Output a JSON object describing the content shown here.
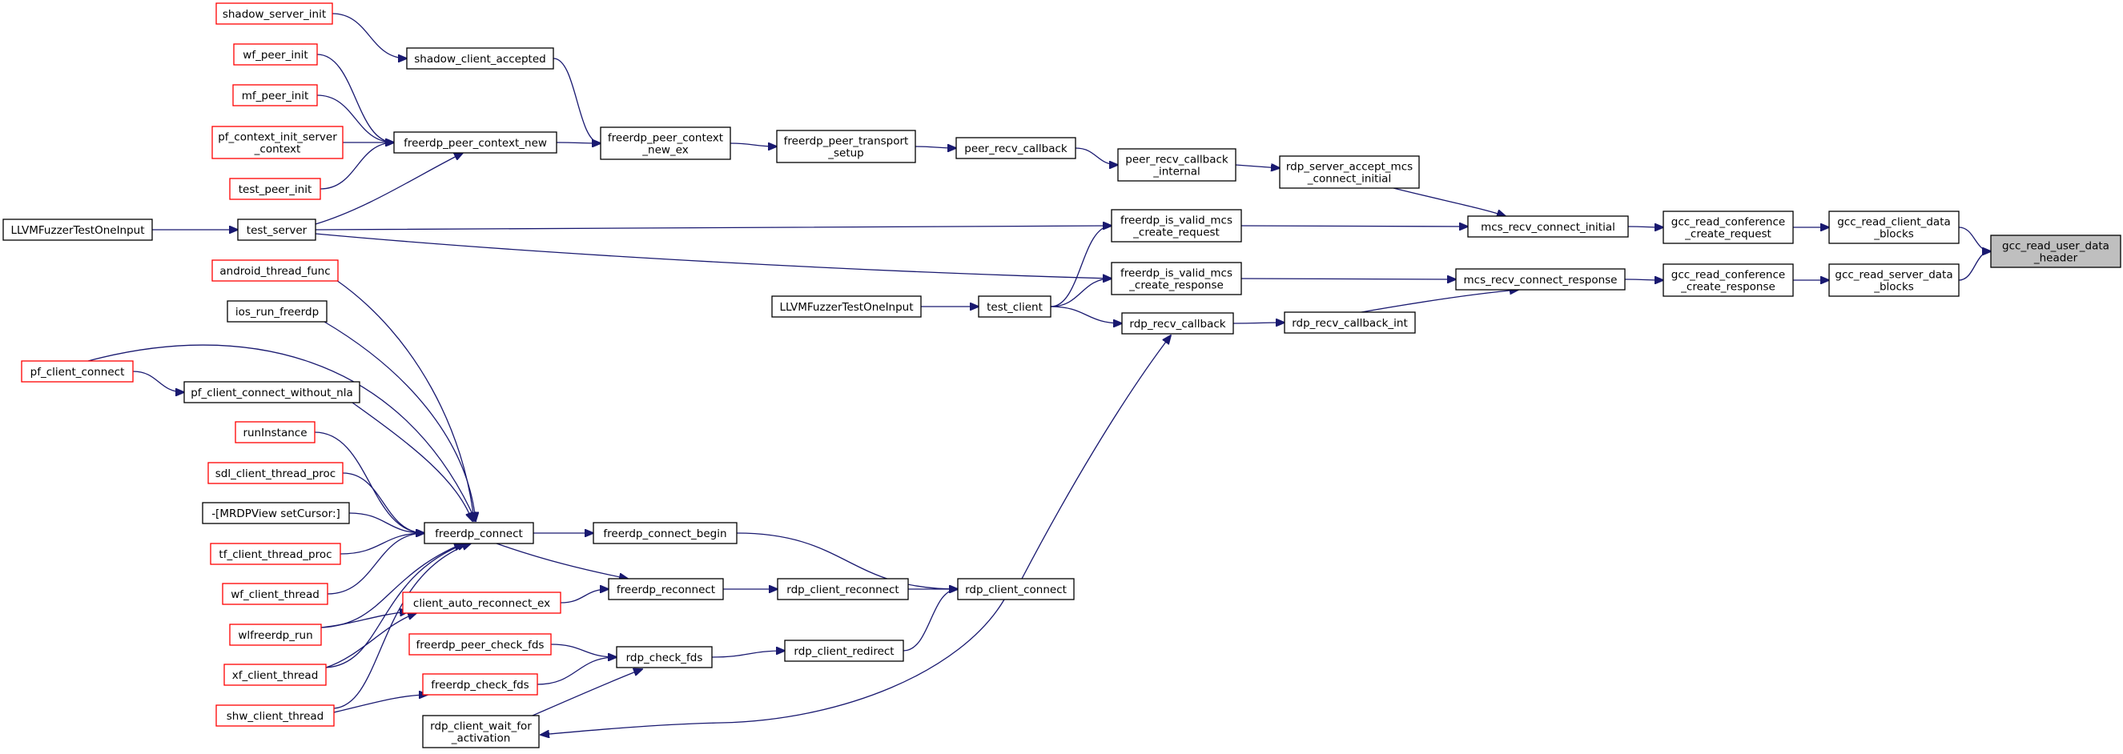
{
  "graph": {
    "title": "",
    "colors": {
      "edge": "#191970",
      "node_border": "#000000",
      "node_border_unresolved": "#ff0000",
      "root_fill": "#bfbfbf",
      "node_fill": "#ffffff"
    },
    "nodes": [
      {
        "id": "gcc_read_user_data_header",
        "lines": [
          "gcc_read_user_data",
          "_header"
        ],
        "style": "root"
      },
      {
        "id": "gcc_read_client_data_blocks",
        "lines": [
          "gcc_read_client_data",
          "_blocks"
        ],
        "style": "normal"
      },
      {
        "id": "gcc_read_server_data_blocks",
        "lines": [
          "gcc_read_server_data",
          "_blocks"
        ],
        "style": "normal"
      },
      {
        "id": "gcc_read_conference_create_request",
        "lines": [
          "gcc_read_conference",
          "_create_request"
        ],
        "style": "normal"
      },
      {
        "id": "gcc_read_conference_create_response",
        "lines": [
          "gcc_read_conference",
          "_create_response"
        ],
        "style": "normal"
      },
      {
        "id": "mcs_recv_connect_initial",
        "lines": [
          "mcs_recv_connect_initial"
        ],
        "style": "normal"
      },
      {
        "id": "mcs_recv_connect_response",
        "lines": [
          "mcs_recv_connect_response"
        ],
        "style": "normal"
      },
      {
        "id": "rdp_server_accept_mcs_connect_initial",
        "lines": [
          "rdp_server_accept_mcs",
          "_connect_initial"
        ],
        "style": "normal"
      },
      {
        "id": "freerdp_is_valid_mcs_create_request",
        "lines": [
          "freerdp_is_valid_mcs",
          "_create_request"
        ],
        "style": "normal"
      },
      {
        "id": "freerdp_is_valid_mcs_create_response",
        "lines": [
          "freerdp_is_valid_mcs",
          "_create_response"
        ],
        "style": "normal"
      },
      {
        "id": "rdp_recv_callback_int",
        "lines": [
          "rdp_recv_callback_int"
        ],
        "style": "normal"
      },
      {
        "id": "peer_recv_callback_internal",
        "lines": [
          "peer_recv_callback",
          "_internal"
        ],
        "style": "normal"
      },
      {
        "id": "peer_recv_callback",
        "lines": [
          "peer_recv_callback"
        ],
        "style": "normal"
      },
      {
        "id": "freerdp_peer_transport_setup",
        "lines": [
          "freerdp_peer_transport",
          "_setup"
        ],
        "style": "normal"
      },
      {
        "id": "freerdp_peer_context_new_ex",
        "lines": [
          "freerdp_peer_context",
          "_new_ex"
        ],
        "style": "normal"
      },
      {
        "id": "freerdp_peer_context_new",
        "lines": [
          "freerdp_peer_context_new"
        ],
        "style": "normal"
      },
      {
        "id": "shadow_client_accepted",
        "lines": [
          "shadow_client_accepted"
        ],
        "style": "normal"
      },
      {
        "id": "shadow_server_init",
        "lines": [
          "shadow_server_init"
        ],
        "style": "unresolved"
      },
      {
        "id": "wf_peer_init",
        "lines": [
          "wf_peer_init"
        ],
        "style": "unresolved"
      },
      {
        "id": "mf_peer_init",
        "lines": [
          "mf_peer_init"
        ],
        "style": "unresolved"
      },
      {
        "id": "pf_context_init_server_context",
        "lines": [
          "pf_context_init_server",
          "_context"
        ],
        "style": "unresolved"
      },
      {
        "id": "test_peer_init",
        "lines": [
          "test_peer_init"
        ],
        "style": "unresolved"
      },
      {
        "id": "test_server",
        "lines": [
          "test_server"
        ],
        "style": "normal"
      },
      {
        "id": "llvm_fuzzer_1",
        "lines": [
          "LLVMFuzzerTestOneInput"
        ],
        "style": "normal"
      },
      {
        "id": "test_client",
        "lines": [
          "test_client"
        ],
        "style": "normal"
      },
      {
        "id": "llvm_fuzzer_2",
        "lines": [
          "LLVMFuzzerTestOneInput"
        ],
        "style": "normal"
      },
      {
        "id": "rdp_recv_callback",
        "lines": [
          "rdp_recv_callback"
        ],
        "style": "normal"
      },
      {
        "id": "rdp_client_connect",
        "lines": [
          "rdp_client_connect"
        ],
        "style": "normal"
      },
      {
        "id": "freerdp_connect_begin",
        "lines": [
          "freerdp_connect_begin"
        ],
        "style": "normal"
      },
      {
        "id": "freerdp_connect",
        "lines": [
          "freerdp_connect"
        ],
        "style": "normal"
      },
      {
        "id": "rdp_client_reconnect",
        "lines": [
          "rdp_client_reconnect"
        ],
        "style": "normal"
      },
      {
        "id": "freerdp_reconnect",
        "lines": [
          "freerdp_reconnect"
        ],
        "style": "normal"
      },
      {
        "id": "client_auto_reconnect_ex",
        "lines": [
          "client_auto_reconnect_ex"
        ],
        "style": "unresolved"
      },
      {
        "id": "rdp_client_redirect",
        "lines": [
          "rdp_client_redirect"
        ],
        "style": "normal"
      },
      {
        "id": "rdp_check_fds",
        "lines": [
          "rdp_check_fds"
        ],
        "style": "normal"
      },
      {
        "id": "freerdp_peer_check_fds",
        "lines": [
          "freerdp_peer_check_fds"
        ],
        "style": "unresolved"
      },
      {
        "id": "freerdp_check_fds",
        "lines": [
          "freerdp_check_fds"
        ],
        "style": "unresolved"
      },
      {
        "id": "rdp_client_wait_for_activation",
        "lines": [
          "rdp_client_wait_for",
          "_activation"
        ],
        "style": "normal"
      },
      {
        "id": "android_thread_func",
        "lines": [
          "android_thread_func"
        ],
        "style": "unresolved"
      },
      {
        "id": "ios_run_freerdp",
        "lines": [
          "ios_run_freerdp"
        ],
        "style": "normal"
      },
      {
        "id": "pf_client_connect",
        "lines": [
          "pf_client_connect"
        ],
        "style": "unresolved"
      },
      {
        "id": "pf_client_connect_without_nla",
        "lines": [
          "pf_client_connect_without_nla"
        ],
        "style": "normal"
      },
      {
        "id": "runInstance",
        "lines": [
          "runInstance"
        ],
        "style": "unresolved"
      },
      {
        "id": "sdl_client_thread_proc",
        "lines": [
          "sdl_client_thread_proc"
        ],
        "style": "unresolved"
      },
      {
        "id": "mrdpview_setcursor",
        "lines": [
          "-[MRDPView setCursor:]"
        ],
        "style": "normal"
      },
      {
        "id": "tf_client_thread_proc",
        "lines": [
          "tf_client_thread_proc"
        ],
        "style": "unresolved"
      },
      {
        "id": "wf_client_thread",
        "lines": [
          "wf_client_thread"
        ],
        "style": "unresolved"
      },
      {
        "id": "wlfreerdp_run",
        "lines": [
          "wlfreerdp_run"
        ],
        "style": "unresolved"
      },
      {
        "id": "xf_client_thread",
        "lines": [
          "xf_client_thread"
        ],
        "style": "unresolved"
      },
      {
        "id": "shw_client_thread",
        "lines": [
          "shw_client_thread"
        ],
        "style": "unresolved"
      }
    ],
    "edges": [
      {
        "from": "gcc_read_client_data_blocks",
        "to": "gcc_read_user_data_header"
      },
      {
        "from": "gcc_read_server_data_blocks",
        "to": "gcc_read_user_data_header"
      },
      {
        "from": "gcc_read_conference_create_request",
        "to": "gcc_read_client_data_blocks"
      },
      {
        "from": "gcc_read_conference_create_response",
        "to": "gcc_read_server_data_blocks"
      },
      {
        "from": "mcs_recv_connect_initial",
        "to": "gcc_read_conference_create_request"
      },
      {
        "from": "mcs_recv_connect_response",
        "to": "gcc_read_conference_create_response"
      },
      {
        "from": "rdp_server_accept_mcs_connect_initial",
        "to": "mcs_recv_connect_initial"
      },
      {
        "from": "freerdp_is_valid_mcs_create_request",
        "to": "mcs_recv_connect_initial"
      },
      {
        "from": "freerdp_is_valid_mcs_create_response",
        "to": "mcs_recv_connect_response"
      },
      {
        "from": "rdp_recv_callback_int",
        "to": "mcs_recv_connect_response"
      },
      {
        "from": "peer_recv_callback_internal",
        "to": "rdp_server_accept_mcs_connect_initial"
      },
      {
        "from": "peer_recv_callback",
        "to": "peer_recv_callback_internal"
      },
      {
        "from": "freerdp_peer_transport_setup",
        "to": "peer_recv_callback"
      },
      {
        "from": "freerdp_peer_context_new_ex",
        "to": "freerdp_peer_transport_setup"
      },
      {
        "from": "freerdp_peer_context_new",
        "to": "freerdp_peer_context_new_ex"
      },
      {
        "from": "shadow_client_accepted",
        "to": "freerdp_peer_context_new_ex"
      },
      {
        "from": "shadow_server_init",
        "to": "shadow_client_accepted"
      },
      {
        "from": "wf_peer_init",
        "to": "freerdp_peer_context_new"
      },
      {
        "from": "mf_peer_init",
        "to": "freerdp_peer_context_new"
      },
      {
        "from": "pf_context_init_server_context",
        "to": "freerdp_peer_context_new"
      },
      {
        "from": "test_peer_init",
        "to": "freerdp_peer_context_new"
      },
      {
        "from": "test_server",
        "to": "freerdp_peer_context_new"
      },
      {
        "from": "test_server",
        "to": "freerdp_is_valid_mcs_create_request"
      },
      {
        "from": "test_server",
        "to": "freerdp_is_valid_mcs_create_response"
      },
      {
        "from": "llvm_fuzzer_1",
        "to": "test_server"
      },
      {
        "from": "test_client",
        "to": "freerdp_is_valid_mcs_create_request"
      },
      {
        "from": "test_client",
        "to": "freerdp_is_valid_mcs_create_response"
      },
      {
        "from": "test_client",
        "to": "rdp_recv_callback"
      },
      {
        "from": "llvm_fuzzer_2",
        "to": "test_client"
      },
      {
        "from": "rdp_recv_callback",
        "to": "rdp_recv_callback_int"
      },
      {
        "from": "rdp_client_connect",
        "to": "rdp_recv_callback"
      },
      {
        "from": "freerdp_connect_begin",
        "to": "rdp_client_connect"
      },
      {
        "from": "rdp_client_reconnect",
        "to": "rdp_client_connect"
      },
      {
        "from": "rdp_client_redirect",
        "to": "rdp_client_connect"
      },
      {
        "from": "rdp_client_connect",
        "to": "rdp_client_wait_for_activation"
      },
      {
        "from": "freerdp_connect",
        "to": "freerdp_connect_begin"
      },
      {
        "from": "freerdp_connect",
        "to": "freerdp_reconnect"
      },
      {
        "from": "freerdp_reconnect",
        "to": "rdp_client_reconnect"
      },
      {
        "from": "client_auto_reconnect_ex",
        "to": "freerdp_reconnect"
      },
      {
        "from": "rdp_check_fds",
        "to": "rdp_client_redirect"
      },
      {
        "from": "freerdp_peer_check_fds",
        "to": "rdp_check_fds"
      },
      {
        "from": "freerdp_check_fds",
        "to": "rdp_check_fds"
      },
      {
        "from": "rdp_client_wait_for_activation",
        "to": "rdp_check_fds"
      },
      {
        "from": "android_thread_func",
        "to": "freerdp_connect"
      },
      {
        "from": "ios_run_freerdp",
        "to": "freerdp_connect"
      },
      {
        "from": "pf_client_connect",
        "to": "freerdp_connect"
      },
      {
        "from": "pf_client_connect",
        "to": "pf_client_connect_without_nla"
      },
      {
        "from": "pf_client_connect_without_nla",
        "to": "freerdp_connect"
      },
      {
        "from": "runInstance",
        "to": "freerdp_connect"
      },
      {
        "from": "sdl_client_thread_proc",
        "to": "freerdp_connect"
      },
      {
        "from": "mrdpview_setcursor",
        "to": "freerdp_connect"
      },
      {
        "from": "tf_client_thread_proc",
        "to": "freerdp_connect"
      },
      {
        "from": "wf_client_thread",
        "to": "freerdp_connect"
      },
      {
        "from": "wlfreerdp_run",
        "to": "freerdp_connect"
      },
      {
        "from": "wlfreerdp_run",
        "to": "client_auto_reconnect_ex"
      },
      {
        "from": "xf_client_thread",
        "to": "freerdp_connect"
      },
      {
        "from": "xf_client_thread",
        "to": "client_auto_reconnect_ex"
      },
      {
        "from": "shw_client_thread",
        "to": "freerdp_connect"
      },
      {
        "from": "shw_client_thread",
        "to": "freerdp_check_fds"
      }
    ]
  }
}
